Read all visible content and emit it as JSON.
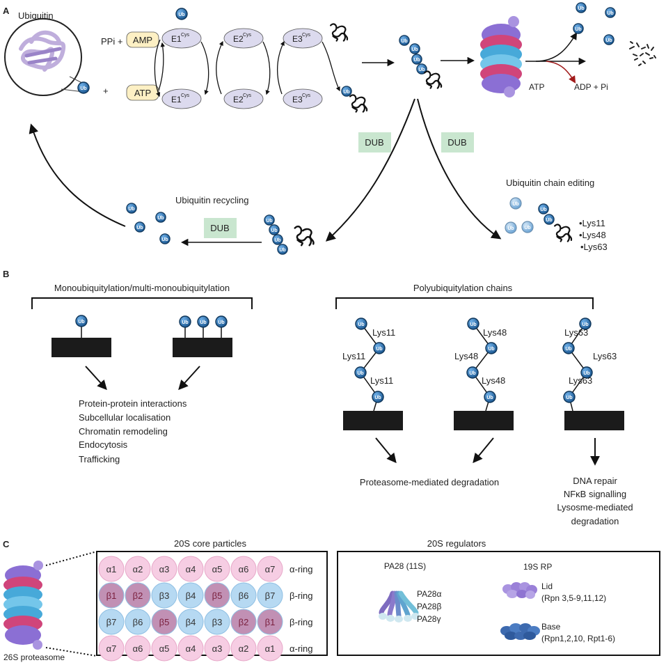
{
  "colors": {
    "ub_fill": "#2f6fae",
    "ub_ring": "#0e3559",
    "ub_light": "#6fa6d6",
    "e_enzyme": "#dcdaee",
    "nucleotide": "#fdf0c4",
    "dub_box": "#c9e6cf",
    "alpha_ring": "#f6cde3",
    "beta_ring": "#b6d9f2",
    "beta_active": "#c190b4",
    "proteasome_purple": "#8b6fd4",
    "proteasome_pink": "#d0457a",
    "proteasome_blue": "#47a9d9"
  },
  "panel_a": {
    "label": "A",
    "ubiquitin_title": "Ubiquitin",
    "ub": "Ub",
    "ppi_plus": "PPi +",
    "plus": "+",
    "amp": "AMP",
    "atp": "ATP",
    "e1": "E1",
    "e2": "E2",
    "e3": "E3",
    "cys": "Cys",
    "atp_right": "ATP",
    "adp_pi": "ADP + Pi",
    "dub": "DUB",
    "ubiquitin_recycling": "Ubiquitin recycling",
    "ubiquitin_chain_editing": "Ubiquitin chain editing",
    "lys11": "•Lys11",
    "lys48": "•Lys48",
    "lys63": "•Lys63"
  },
  "panel_b": {
    "label": "B",
    "mono_title": "Monoubiquitylation/multi-monoubiquitylation",
    "poly_title": "Polyubiquitylation chains",
    "mono_functions": [
      "Protein-protein interactions",
      "Subcellular localisation",
      "Chromatin remodeling",
      "Endocytosis",
      "Trafficking"
    ],
    "lys11": "Lys11",
    "lys48": "Lys48",
    "lys63": "Lys63",
    "proteasome_degradation": "Proteasome-mediated degradation",
    "lys63_functions": [
      "DNA repair",
      "NFκB signalling",
      "Lysosme-mediated",
      "degradation"
    ]
  },
  "panel_c": {
    "label": "C",
    "proteasome_label": "26S proteasome",
    "core_title": "20S core particles",
    "regulators_title": "20S  regulators",
    "rows": [
      {
        "label": "α-ring",
        "items": [
          "α1",
          "α2",
          "α3",
          "α4",
          "α5",
          "α6",
          "α7"
        ]
      },
      {
        "label": "β-ring",
        "items": [
          "β1",
          "β2",
          "β3",
          "β4",
          "β5",
          "β6",
          "β7"
        ]
      },
      {
        "label": "β-ring",
        "items": [
          "β7",
          "β6",
          "β5",
          "β4",
          "β3",
          "β2",
          "β1"
        ]
      },
      {
        "label": "α-ring",
        "items": [
          "α7",
          "α6",
          "α5",
          "α4",
          "α3",
          "α2",
          "α1"
        ]
      }
    ],
    "pa28_title": "PA28 (11S)",
    "pa28_subunits": [
      "PA28α",
      "PA28β",
      "PA28γ"
    ],
    "rp_title": "19S RP",
    "lid": "Lid",
    "lid_detail": "(Rpn 3,5-9,11,12)",
    "base": "Base",
    "base_detail": "(Rpn1,2,10, Rpt1-6)"
  }
}
